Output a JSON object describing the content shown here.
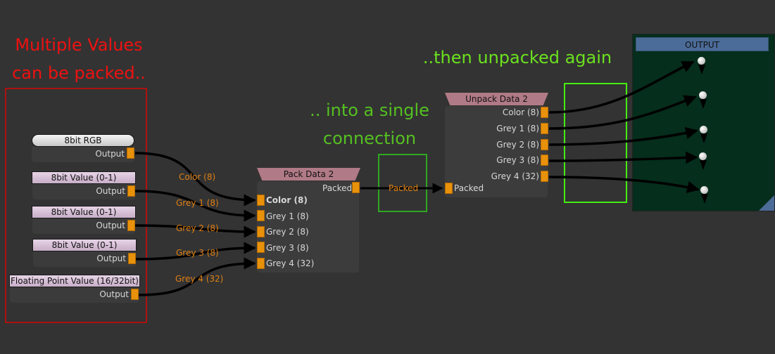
{
  "annotations": {
    "left_line1": "Multiple Values",
    "left_line2": "can be packed..",
    "mid_line1": ".. into a single",
    "mid_line2": "connection",
    "right": "..then unpacked again"
  },
  "colors": {
    "annotation_red": "#ee1111",
    "annotation_green": "#55c021",
    "highlight_green": "#44ee11",
    "port_orange": "#e8910a",
    "wire_label_orange": "#e07f12",
    "output_panel_bg": "#052e1c",
    "output_header": "#4b6b98"
  },
  "source_nodes": [
    {
      "title": "8bit RGB",
      "port": "Output"
    },
    {
      "title": "8bit Value (0-1)",
      "port": "Output"
    },
    {
      "title": "8bit Value (0-1)",
      "port": "Output"
    },
    {
      "title": "8bit Value (0-1)",
      "port": "Output"
    },
    {
      "title": "Floating Point Value (16/32bit)",
      "port": "Output"
    }
  ],
  "wire_labels": [
    "Color (8)",
    "Grey 1 (8)",
    "Grey 2 (8)",
    "Grey 3 (8)",
    "Grey 4 (32)"
  ],
  "pack_node": {
    "title": "Pack Data 2",
    "output": "Packed",
    "inputs": [
      "Color (8)",
      "Grey 1 (8)",
      "Grey 2 (8)",
      "Grey 3 (8)",
      "Grey 4 (32)"
    ]
  },
  "packed_wire_label": "Packed",
  "unpack_node": {
    "title": "Unpack Data 2",
    "input": "Packed",
    "outputs": [
      "Color (8)",
      "Grey 1 (8)",
      "Grey 2 (8)",
      "Grey 3 (8)",
      "Grey 4 (32)"
    ]
  },
  "output_node": {
    "title": "OUTPUT",
    "socket_count": 5
  }
}
